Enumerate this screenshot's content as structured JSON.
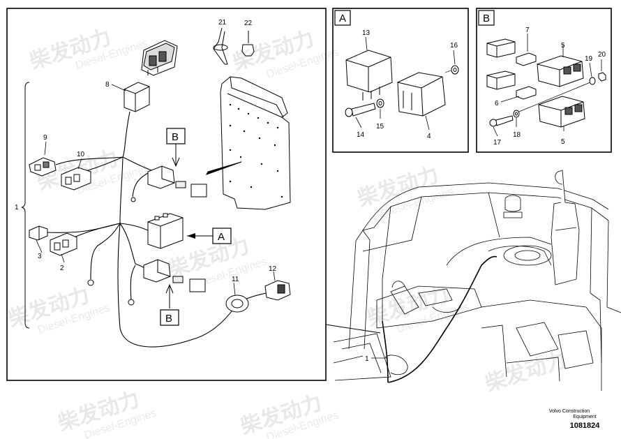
{
  "watermark": {
    "brand_cn": "柴发动力",
    "brand_en": "Diesel-Engines"
  },
  "detail_labels": {
    "A": "A",
    "B": "B"
  },
  "callouts": {
    "c1": "1",
    "c2": "2",
    "c3": "3",
    "c4": "4",
    "c5": "5",
    "c6": "6",
    "c7": "7",
    "c8": "8",
    "c9": "9",
    "c10": "10",
    "c11": "11",
    "c12": "12",
    "c13": "13",
    "c14": "14",
    "c15": "15",
    "c16": "16",
    "c17": "17",
    "c18": "18",
    "c19": "19",
    "c20": "20",
    "c21": "21",
    "c22": "22"
  },
  "footer": {
    "company_line1": "Volvo Construction",
    "company_line2": "Equipment",
    "drawing_number": "1081824"
  }
}
